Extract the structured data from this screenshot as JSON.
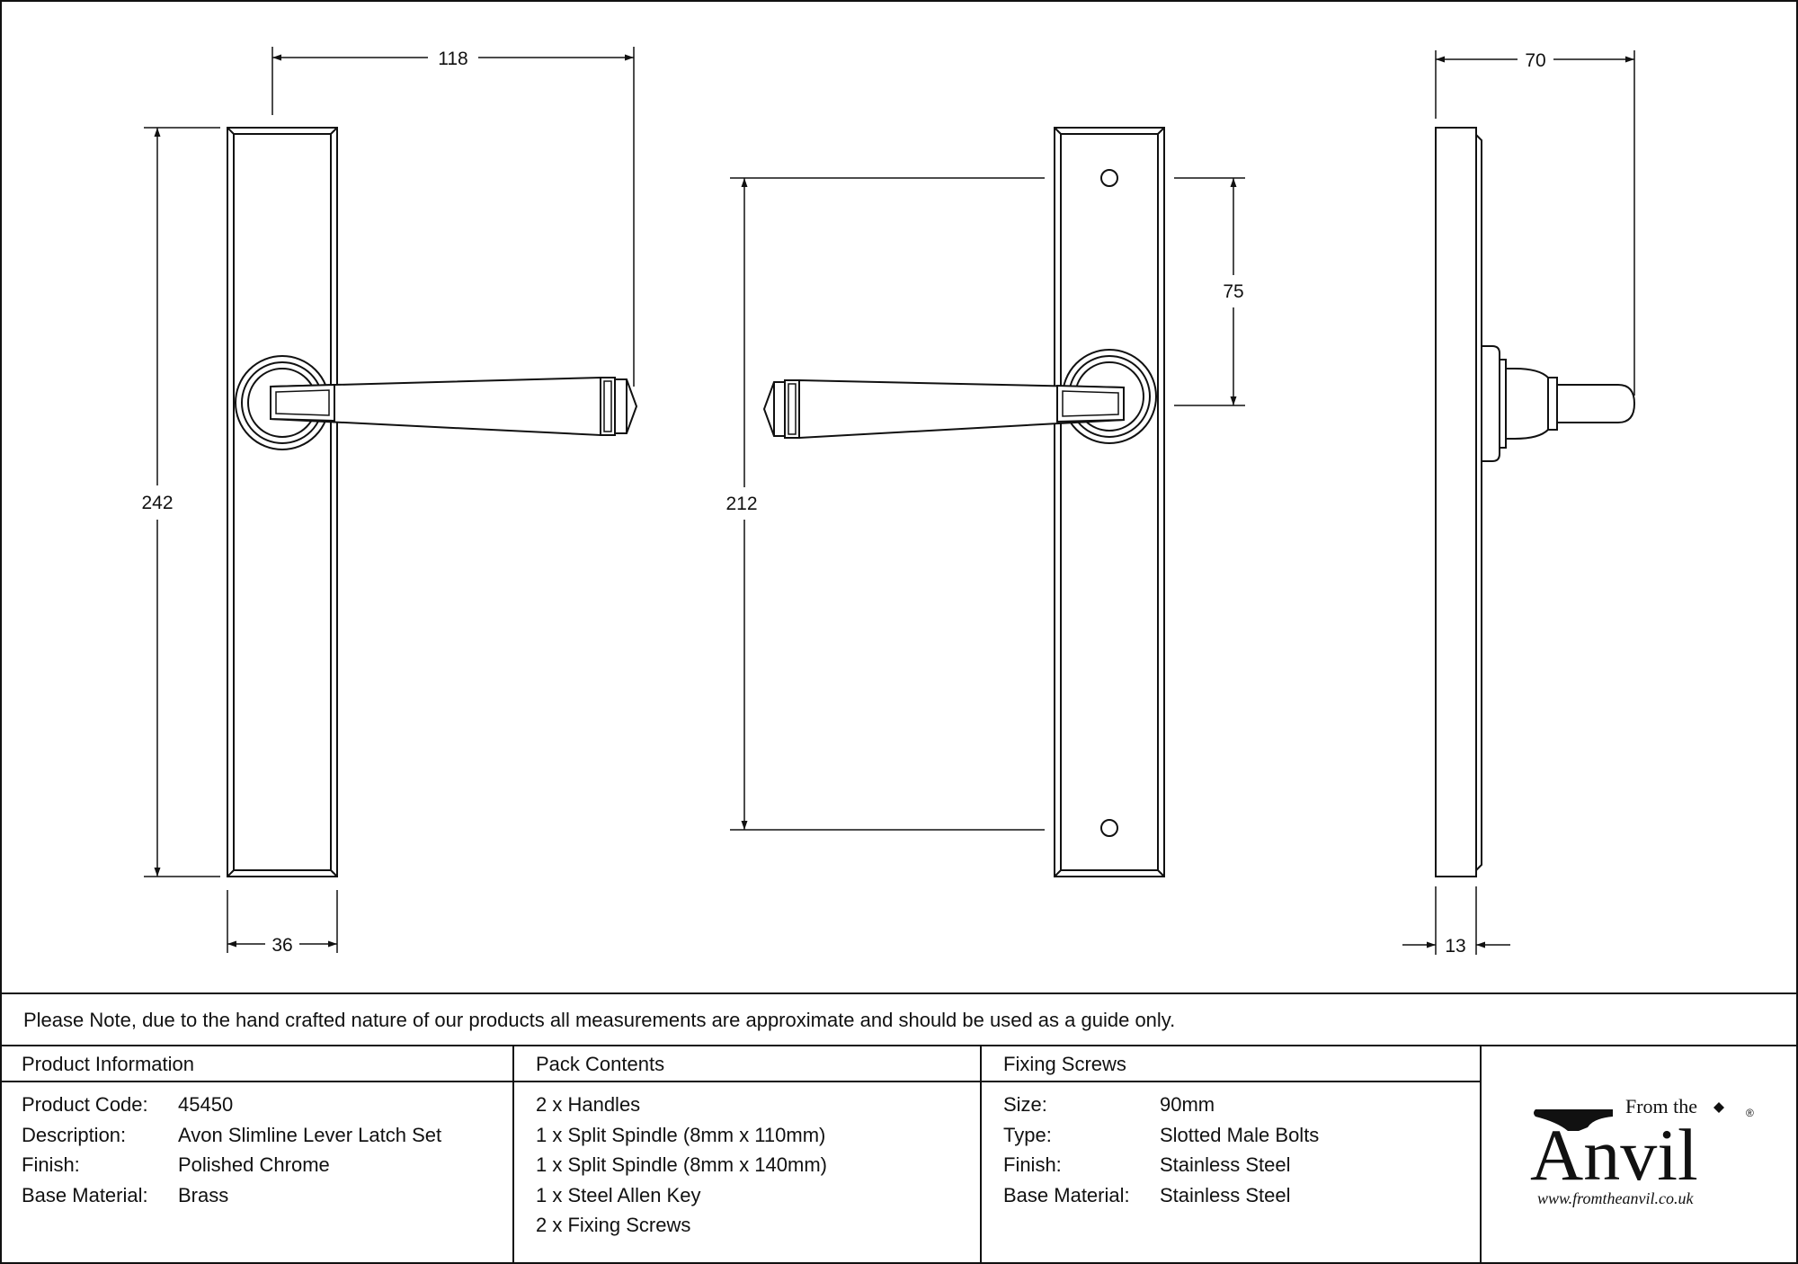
{
  "dimensions": {
    "overall_reach": "118",
    "plate_height": "242",
    "plate_width": "36",
    "fixing_centres": "212",
    "handle_height": "75",
    "projection": "70",
    "plate_thickness": "13"
  },
  "note": "Please Note, due to the hand crafted nature of our products all measurements are approximate and should be used as a guide only.",
  "product_info": {
    "heading": "Product Information",
    "rows": [
      {
        "label": "Product Code:",
        "value": "45450"
      },
      {
        "label": "Description:",
        "value": "Avon Slimline Lever Latch Set"
      },
      {
        "label": "Finish:",
        "value": "Polished Chrome"
      },
      {
        "label": "Base Material:",
        "value": "Brass"
      }
    ]
  },
  "pack_contents": {
    "heading": "Pack Contents",
    "items": [
      "2 x Handles",
      "1 x Split Spindle (8mm x 110mm)",
      "1 x Split Spindle (8mm x 140mm)",
      "1 x Steel Allen Key",
      "2 x Fixing Screws"
    ]
  },
  "fixing_screws": {
    "heading": "Fixing Screws",
    "rows": [
      {
        "label": "Size:",
        "value": "90mm"
      },
      {
        "label": "Type:",
        "value": "Slotted Male Bolts"
      },
      {
        "label": "Finish:",
        "value": "Stainless Steel"
      },
      {
        "label": "Base Material:",
        "value": "Stainless Steel"
      }
    ]
  },
  "logo": {
    "small_text": "From the",
    "big_text": "Anvil",
    "registered": "®",
    "url": "www.fromtheanvil.co.uk"
  }
}
